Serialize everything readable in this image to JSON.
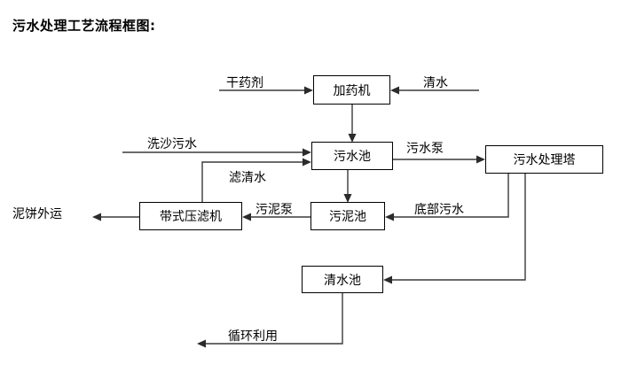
{
  "title": "污水处理工艺流程框图:",
  "diagram": {
    "type": "flowchart",
    "nodes": [
      {
        "id": "dosing-machine",
        "label": "加药机"
      },
      {
        "id": "sewage-pool",
        "label": "污水池"
      },
      {
        "id": "treatment-tower",
        "label": "污水处理塔"
      },
      {
        "id": "belt-filter-press",
        "label": "带式压滤机"
      },
      {
        "id": "sludge-pool",
        "label": "污泥池"
      },
      {
        "id": "clear-water-pool",
        "label": "清水池"
      }
    ],
    "terminals": [
      {
        "id": "dry-reagent",
        "label": "干药剂"
      },
      {
        "id": "clean-water",
        "label": "清水"
      },
      {
        "id": "sand-wash-sewage",
        "label": "洗沙污水"
      },
      {
        "id": "mud-cake-out",
        "label": "泥饼外运"
      },
      {
        "id": "recycle-use",
        "label": "循环利用"
      }
    ],
    "edge_labels": [
      {
        "id": "sewage-pump",
        "label": "污水泵"
      },
      {
        "id": "filtered-clear-water",
        "label": "滤清水"
      },
      {
        "id": "sludge-pump",
        "label": "污泥泵"
      },
      {
        "id": "bottom-sewage",
        "label": "底部污水"
      }
    ]
  }
}
